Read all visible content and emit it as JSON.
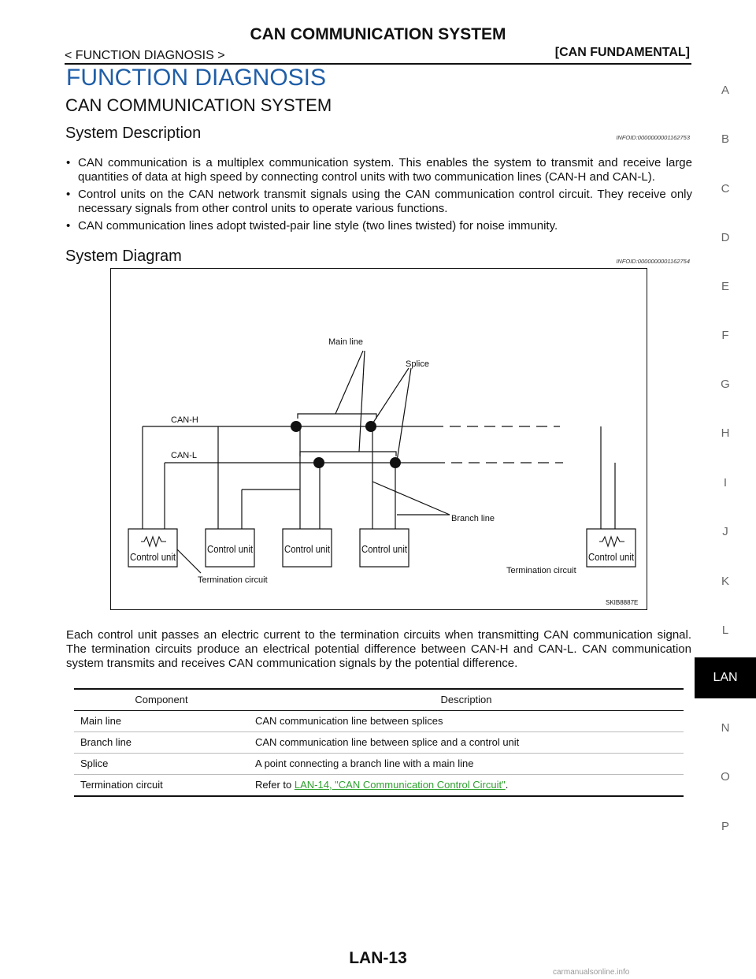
{
  "header": {
    "title": "CAN COMMUNICATION SYSTEM",
    "left": "< FUNCTION DIAGNOSIS >",
    "right": "[CAN FUNDAMENTAL]"
  },
  "section_title": "FUNCTION DIAGNOSIS",
  "subsection_title": "CAN COMMUNICATION SYSTEM",
  "system_description": {
    "heading": "System Description",
    "infoid": "INFOID:0000000001162753",
    "bullets": [
      "CAN communication is a multiplex communication system. This enables the system to transmit and receive large quantities of data at high speed by connecting control units with two communication lines (CAN-H and CAN-L).",
      "Control units on the CAN network transmit signals using the CAN communication control circuit. They receive only necessary signals from other control units to operate various functions.",
      "CAN communication lines adopt twisted-pair line style (two lines twisted) for noise immunity."
    ]
  },
  "system_diagram": {
    "heading": "System Diagram",
    "infoid": "INFOID:0000000001162754",
    "labels": {
      "main_line": "Main line",
      "splice": "Splice",
      "can_h": "CAN-H",
      "can_l": "CAN-L",
      "branch_line": "Branch line",
      "control_unit": "Control unit",
      "termination_circuit": "Termination circuit",
      "code": "SKIB8887E"
    }
  },
  "paragraph": "Each control unit passes an electric current to the termination circuits when transmitting CAN communication signal. The termination circuits produce an electrical potential difference between CAN-H and CAN-L. CAN communication system transmits and receives CAN communication signals by the potential difference.",
  "table": {
    "headers": [
      "Component",
      "Description"
    ],
    "rows": [
      [
        "Main line",
        "CAN communication line between splices"
      ],
      [
        "Branch line",
        "CAN communication line between splice and a control unit"
      ],
      [
        "Splice",
        "A point connecting a branch line with a main line"
      ]
    ],
    "last_row": {
      "component": "Termination circuit",
      "prefix": "Refer to ",
      "link": "LAN-14, \"CAN Communication Control Circuit\"",
      "suffix": "."
    }
  },
  "side_index": [
    "A",
    "B",
    "C",
    "D",
    "E",
    "F",
    "G",
    "H",
    "I",
    "J",
    "K",
    "L",
    "LAN",
    "N",
    "O",
    "P"
  ],
  "side_index_active": "LAN",
  "page_number": "LAN-13",
  "watermark": "carmanualsonline.info"
}
